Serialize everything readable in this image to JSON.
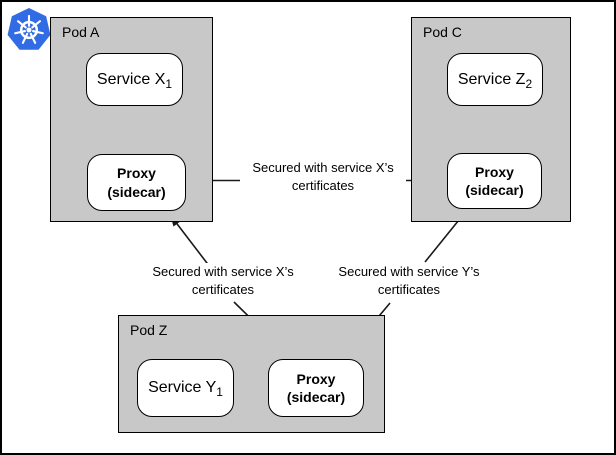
{
  "diagram_title": "",
  "logo": {
    "icon": "kubernetes-helm-wheel",
    "alt": "Kubernetes"
  },
  "pods": [
    {
      "label": "Pod A",
      "service": {
        "name": "Service X",
        "sub": "1"
      },
      "proxy": {
        "line1": "Proxy",
        "line2": "(sidecar)"
      }
    },
    {
      "label": "Pod C",
      "service": {
        "name": "Service Z",
        "sub": "2"
      },
      "proxy": {
        "line1": "Proxy",
        "line2": "(sidecar)"
      }
    },
    {
      "label": "Pod Z",
      "service": {
        "name": "Service Y",
        "sub": "1"
      },
      "proxy": {
        "line1": "Proxy",
        "line2": "(sidecar)"
      }
    }
  ],
  "edge_labels": [
    {
      "line1": "Secured with service X’s",
      "line2": "certificates"
    },
    {
      "line1": "Secured with service X’s",
      "line2": "certificates"
    },
    {
      "line1": "Secured with service Y’s",
      "line2": "certificates"
    }
  ],
  "connections": [
    {
      "from": "pod-c-proxy",
      "to": "pod-a-proxy",
      "label": "Secured with service X’s certificates"
    },
    {
      "from": "pod-z-proxy",
      "to": "pod-a-proxy",
      "label": "Secured with service X’s certificates"
    },
    {
      "from": "pod-c-proxy",
      "to": "pod-z-proxy",
      "label": "Secured with service Y’s certificates"
    },
    {
      "from": "service-x",
      "to": "proxy-a",
      "type": "bidirectional"
    },
    {
      "from": "service-z",
      "to": "proxy-c",
      "type": "bidirectional"
    },
    {
      "from": "service-y",
      "to": "proxy-z",
      "type": "bidirectional"
    }
  ],
  "colors": {
    "pod_fill": "#c8c8c8",
    "node_fill": "#ffffff",
    "border": "#000000",
    "background": "#ffffff",
    "logo_blue": "#326ce5",
    "arrow": "#1a1a1a"
  }
}
